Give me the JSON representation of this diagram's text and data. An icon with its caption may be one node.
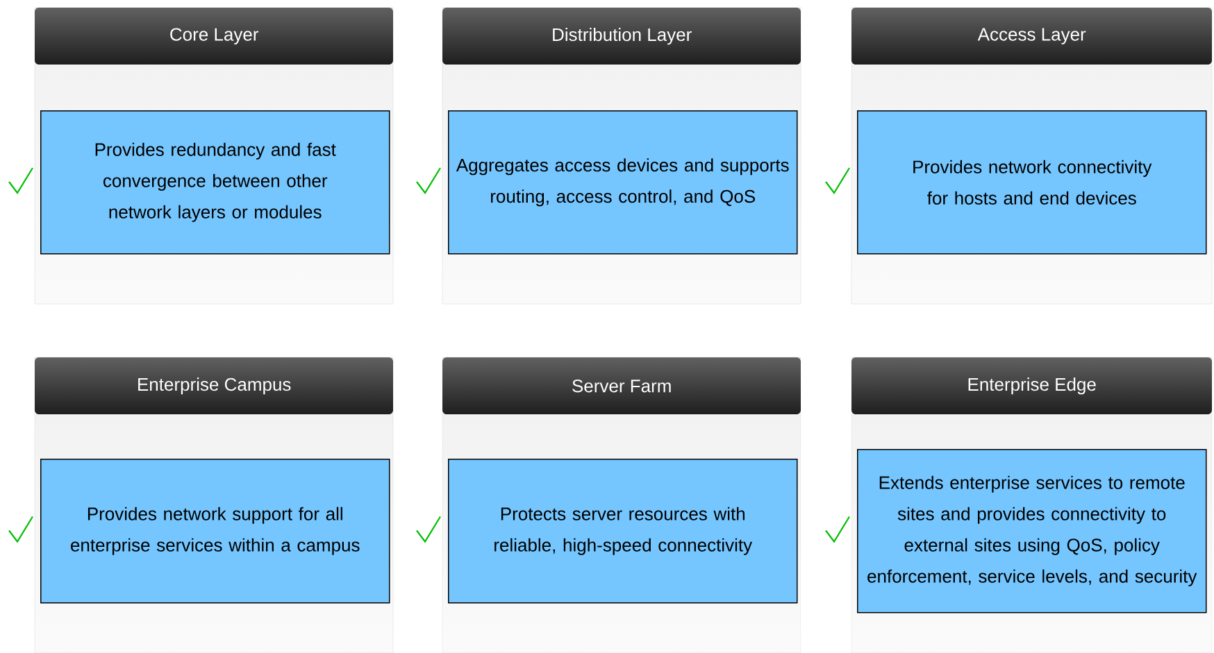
{
  "diagram": {
    "nodes": [
      {
        "text": [
          "Core Layer"
        ]
      },
      {
        "text": [
          "Provides redundancy and fast convergence between other network layers or modules"
        ],
        "in": 0
      },
      {
        "text": [
          "Distribution Layer"
        ]
      },
      {
        "text": [
          "Aggregates access devices and supports routing, access control, and QoS"
        ],
        "in": 2
      },
      {
        "text": [
          "Access Layer"
        ]
      },
      {
        "text": [
          "Provides network connectivity for hosts and end devices"
        ],
        "in": 4
      },
      {
        "text": [
          "Enterprise Campus"
        ]
      },
      {
        "text": [
          "Provides network support for all enterprise services within a campus"
        ],
        "in": 6
      },
      {
        "text": [
          "Server Farm"
        ]
      },
      {
        "text": [
          "Protects server resources with reliable, high-speed connectivity"
        ],
        "in": 8
      },
      {
        "text": [
          "Enterprise Edge"
        ]
      },
      {
        "text": [
          "Extends enterprise services to remote sites and provides connectivity to external sites using QoS, policy enforcement, service levels, and security"
        ],
        "in": 10
      }
    ]
  }
}
